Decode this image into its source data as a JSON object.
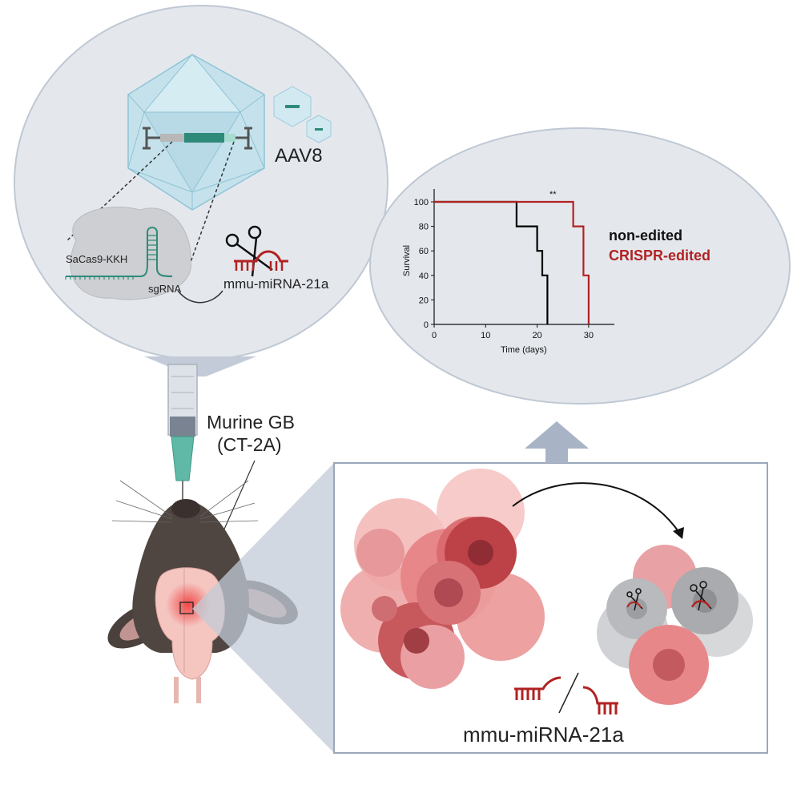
{
  "vector": {
    "capsid_label": "AAV8",
    "protein_label": "SaCas9-KKH",
    "guide_label": "sgRNA",
    "target_label": "mmu-miRNA-21a"
  },
  "model": {
    "line1": "Murine GB",
    "line2": "(CT-2A)"
  },
  "tumor_panel": {
    "mirna_label": "mmu-miRNA-21a"
  },
  "legend": {
    "non_edited": "non-edited",
    "crispr_edited": "CRISPR-edited"
  },
  "chart_data": {
    "type": "line",
    "subtype": "kaplan-meier survival",
    "xlabel": "Time (days)",
    "ylabel": "Survival",
    "xlim": [
      0,
      35
    ],
    "ylim": [
      0,
      100
    ],
    "xticks": [
      0,
      10,
      20,
      30
    ],
    "yticks": [
      0,
      20,
      40,
      60,
      80,
      100
    ],
    "annotation": "**",
    "series": [
      {
        "name": "non-edited",
        "color": "#000000",
        "steps": [
          [
            0,
            100
          ],
          [
            16,
            100
          ],
          [
            16,
            80
          ],
          [
            20,
            80
          ],
          [
            20,
            60
          ],
          [
            21,
            60
          ],
          [
            21,
            40
          ],
          [
            22,
            40
          ],
          [
            22,
            0
          ]
        ]
      },
      {
        "name": "CRISPR-edited",
        "color": "#b22222",
        "steps": [
          [
            0,
            100
          ],
          [
            27,
            100
          ],
          [
            27,
            80
          ],
          [
            29,
            80
          ],
          [
            29,
            40
          ],
          [
            30,
            40
          ],
          [
            30,
            0
          ]
        ]
      }
    ]
  },
  "colors": {
    "circle_fill": "#e4e8ed",
    "panel_border": "#9aa8bb",
    "arrow": "#a8b4c6",
    "capsid": "#bcdce8",
    "teal": "#2e8b7a",
    "tumor": "#e8878a",
    "red": "#b22222"
  }
}
